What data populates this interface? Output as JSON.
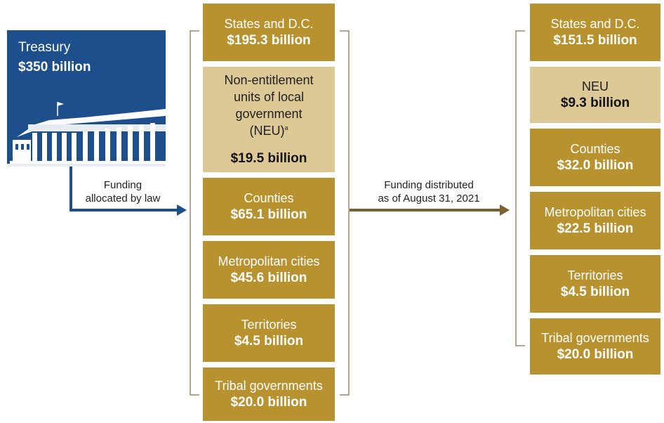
{
  "treasury": {
    "label": "Treasury",
    "amount": "$350 billion"
  },
  "caption_left": {
    "line1": "Funding",
    "line2": "allocated by law"
  },
  "caption_right": {
    "line1": "Funding distributed",
    "line2": "as of August 31, 2021"
  },
  "allocated": {
    "states": {
      "label": "States and D.C.",
      "amount": "$195.3 billion"
    },
    "neu": {
      "line1": "Non-entitlement",
      "line2": "units of local",
      "line3": "government",
      "line4": "(NEU)",
      "footnote": "a",
      "amount": "$19.5 billion"
    },
    "counties": {
      "label": "Counties",
      "amount": "$65.1 billion"
    },
    "metro": {
      "label": "Metropolitan cities",
      "amount": "$45.6 billion"
    },
    "territories": {
      "label": "Territories",
      "amount": "$4.5 billion"
    },
    "tribal": {
      "label": "Tribal governments",
      "amount": "$20.0 billion"
    }
  },
  "distributed": {
    "states": {
      "label": "States and D.C.",
      "amount": "$151.5 billion"
    },
    "neu": {
      "label": "NEU",
      "amount": "$9.3 billion"
    },
    "counties": {
      "label": "Counties",
      "amount": "$32.0 billion"
    },
    "metro": {
      "label": "Metropolitan cities",
      "amount": "$22.5 billion"
    },
    "territories": {
      "label": "Territories",
      "amount": "$4.5 billion"
    },
    "tribal": {
      "label": "Tribal governments",
      "amount": "$20.0 billion"
    }
  },
  "colors": {
    "treasury_blue": "#1c4f8c",
    "gold": "#b8922e",
    "light_gold": "#ddc995",
    "arrow_blue": "#1c4f8c",
    "arrow_brown": "#7a6230"
  },
  "icons": {
    "treasury": "treasury-building-icon"
  }
}
